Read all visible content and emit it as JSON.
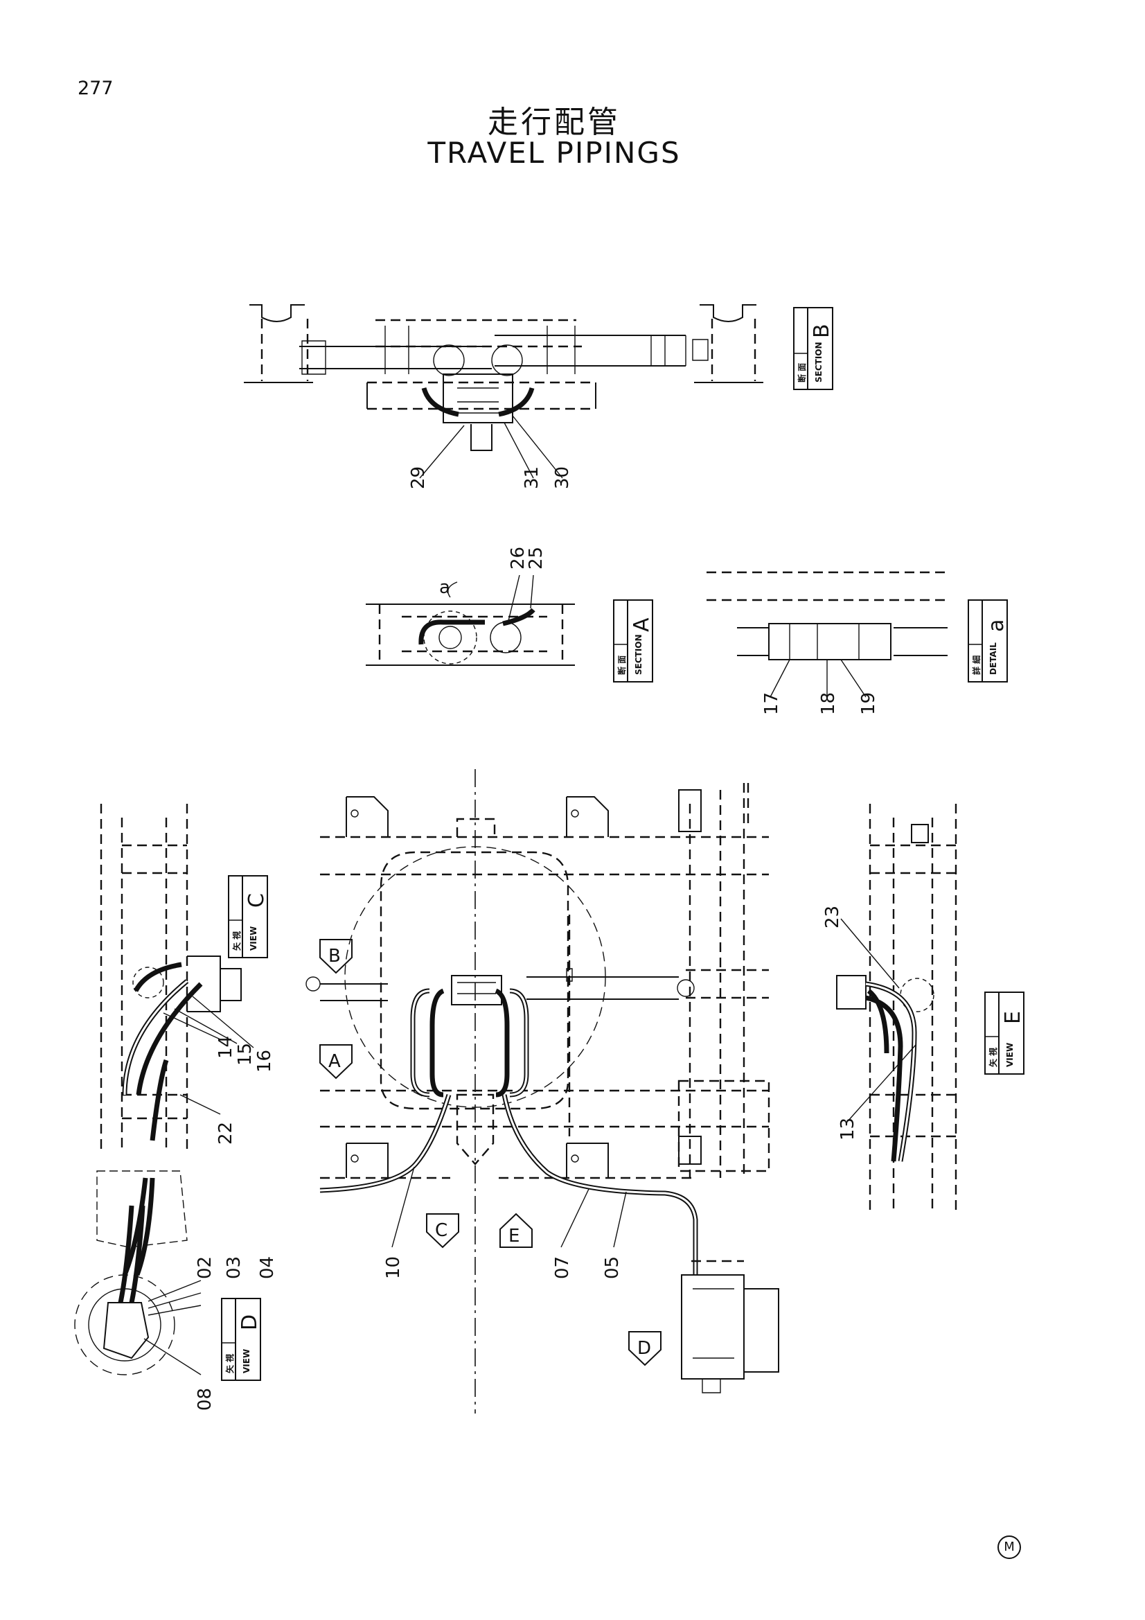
{
  "page_number": "277",
  "title_jp": "走行配管",
  "title_en": "TRAVEL PIPINGS",
  "corner_mark": "M",
  "views": {
    "section_b": {
      "jp": "断 面",
      "en": "SECTION",
      "letter": "B"
    },
    "section_a": {
      "jp": "断 面",
      "en": "SECTION",
      "letter": "A"
    },
    "detail_a": {
      "jp": "詳 細",
      "en": "DETAIL",
      "letter": "a"
    },
    "view_c": {
      "jp": "矢 視",
      "en": "VIEW",
      "letter": "C"
    },
    "view_d": {
      "jp": "矢 視",
      "en": "VIEW",
      "letter": "D"
    },
    "view_e": {
      "jp": "矢 視",
      "en": "VIEW",
      "letter": "E"
    }
  },
  "section_arrows": {
    "b": "B",
    "a": "A",
    "c": "C",
    "e": "E",
    "d": "D"
  },
  "detail_callout": "a",
  "callouts": {
    "p29": "29",
    "p31": "31",
    "p30": "30",
    "p26": "26",
    "p25": "25",
    "p17": "17",
    "p18": "18",
    "p19": "19",
    "p14": "14",
    "p15": "15",
    "p16": "16",
    "p22": "22",
    "p02": "02",
    "p03": "03",
    "p04": "04",
    "p08": "08",
    "p10": "10",
    "p07": "07",
    "p05": "05",
    "p23": "23",
    "p13": "13"
  }
}
